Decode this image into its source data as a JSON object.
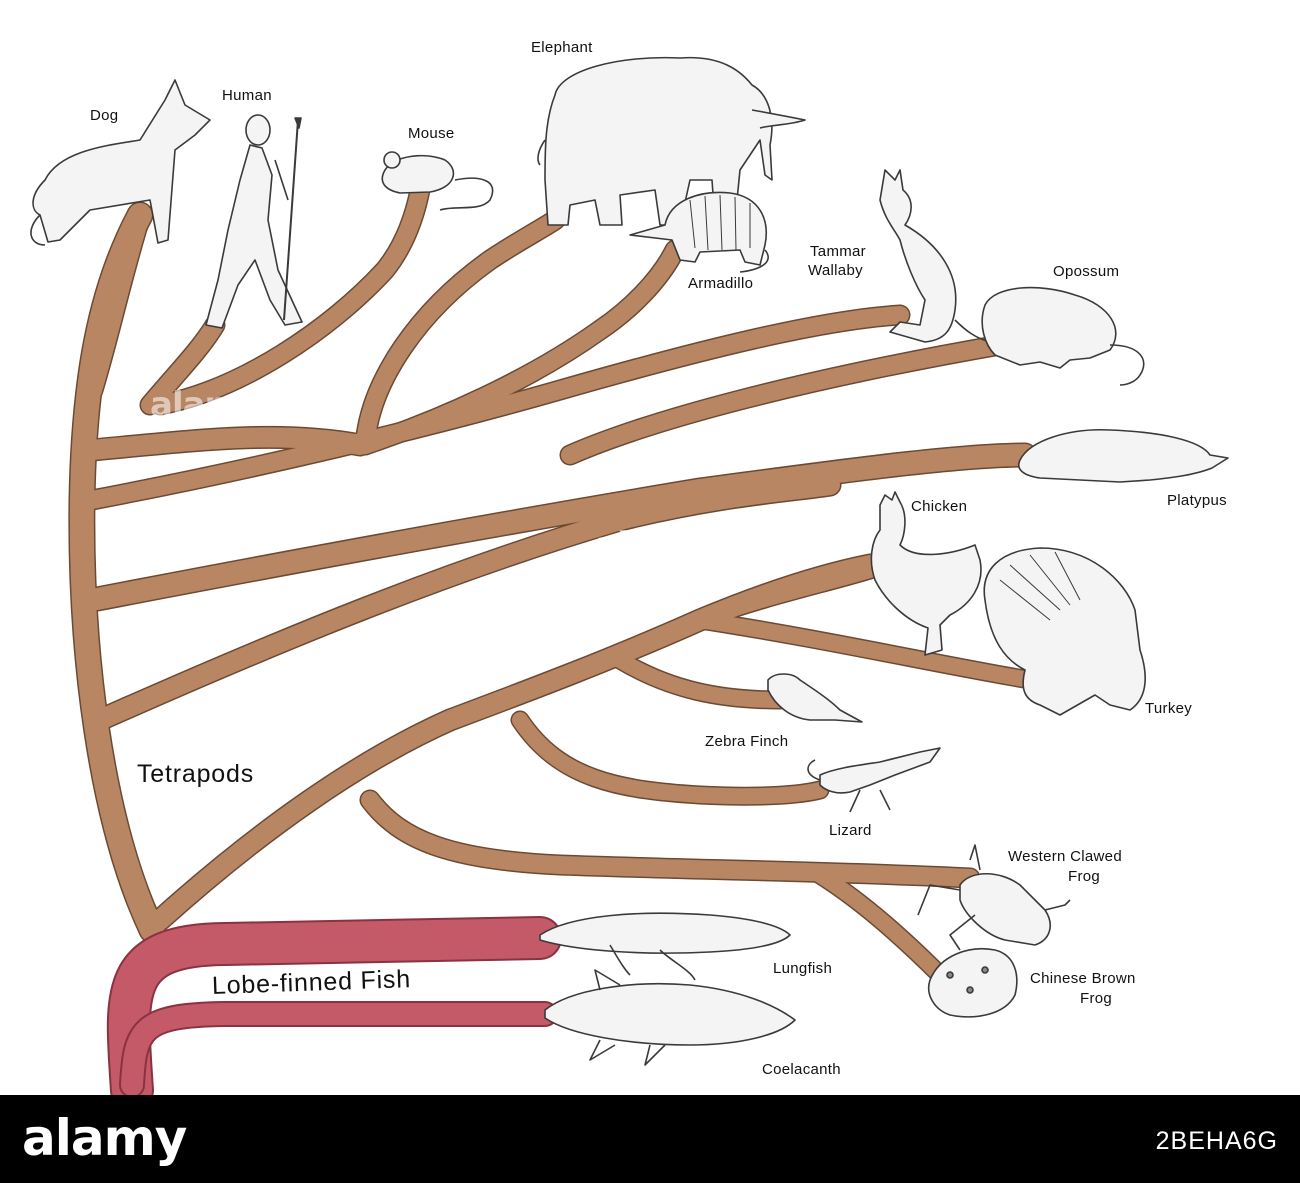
{
  "colors": {
    "tetrapod_branch": "#b88663",
    "branch_outline": "#6b4a33",
    "fish_branch": "#c45a68",
    "fish_outline": "#8a3240",
    "sketch_stroke": "#3a3a3a",
    "footer_bg": "#000000"
  },
  "groups": {
    "tetrapods": "Tetrapods",
    "lobe_finned_fish": "Lobe-finned Fish"
  },
  "species": {
    "dog": "Dog",
    "human": "Human",
    "mouse": "Mouse",
    "elephant": "Elephant",
    "armadillo": "Armadillo",
    "tammar_wallaby_line1": "Tammar",
    "tammar_wallaby_line2": "Wallaby",
    "opossum": "Opossum",
    "platypus": "Platypus",
    "chicken": "Chicken",
    "turkey": "Turkey",
    "zebra_finch": "Zebra Finch",
    "lizard": "Lizard",
    "western_clawed_frog_line1": "Western Clawed",
    "western_clawed_frog_line2": "Frog",
    "chinese_brown_frog_line1": "Chinese Brown",
    "chinese_brown_frog_line2": "Frog",
    "lungfish": "Lungfish",
    "coelacanth": "Coelacanth"
  },
  "icons": [
    "dog-sketch-icon",
    "human-sketch-icon",
    "mouse-sketch-icon",
    "elephant-sketch-icon",
    "armadillo-sketch-icon",
    "wallaby-sketch-icon",
    "opossum-sketch-icon",
    "platypus-sketch-icon",
    "chicken-sketch-icon",
    "turkey-sketch-icon",
    "finch-sketch-icon",
    "lizard-sketch-icon",
    "frog-sketch-icon",
    "lungfish-sketch-icon",
    "coelacanth-sketch-icon"
  ],
  "watermark": {
    "brand": "alamy",
    "image_id": "2BEHA6G"
  }
}
